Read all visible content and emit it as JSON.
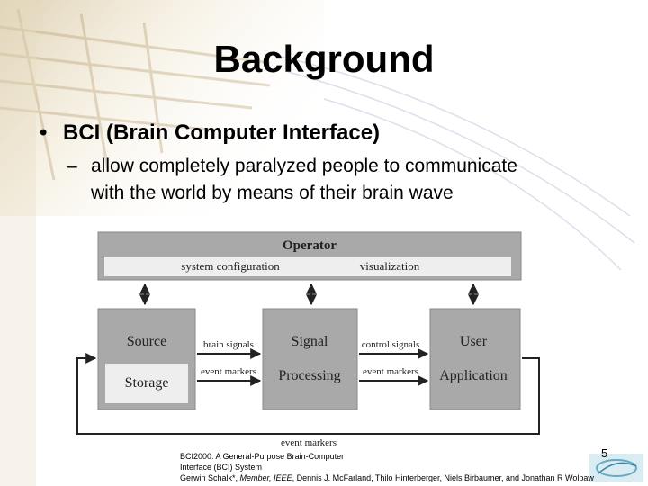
{
  "slide": {
    "title": "Background",
    "bullet": "BCI (Brain Computer Interface)",
    "sub_line1": "allow completely paralyzed people to communicate",
    "sub_line2": "with the world by means of their brain wave"
  },
  "diagram": {
    "operator": "Operator",
    "system_configuration": "system configuration",
    "visualization": "visualization",
    "source": "Source",
    "storage": "Storage",
    "signal_line1": "Signal",
    "signal_line2": "Processing",
    "user_line1": "User",
    "user_line2": "Application",
    "brain_signals": "brain signals",
    "event_markers_left": "event markers",
    "control_signals": "control signals",
    "event_markers_right": "event markers",
    "event_markers_bottom": "event markers"
  },
  "caption": {
    "line1": "BCI2000: A General-Purpose Brain-Computer",
    "line2": "Interface (BCI) System",
    "line3_a": "Gerwin Schalk*, ",
    "line3_b": "Member, IEEE",
    "line3_c": ", Dennis J. McFarland, Thilo Hinterberger, Niels Birbaumer, and Jonathan R Wolpaw"
  },
  "page_number": "5",
  "colors": {
    "box_gray": "#a9a9a9",
    "inner_box": "#eeeeee",
    "arrow": "#222222"
  }
}
